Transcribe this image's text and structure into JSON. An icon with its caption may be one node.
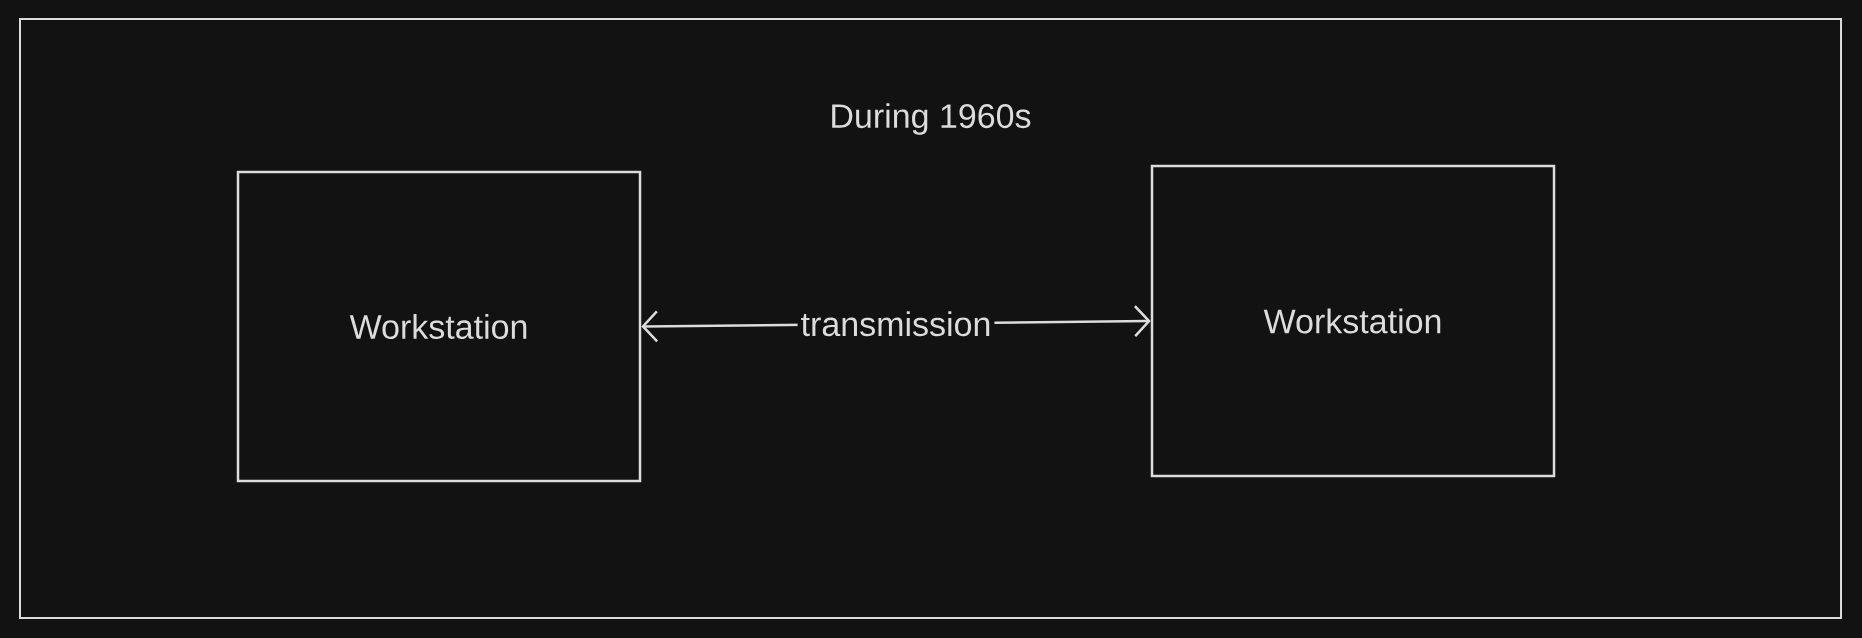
{
  "diagram": {
    "nodes": [
      {
        "text": [
          "During 1960s"
        ]
      },
      {
        "text": [
          "Workstation"
        ],
        "in": 0
      },
      {
        "text": [
          "Workstation"
        ],
        "in": 0
      }
    ],
    "edges": [
      {
        "from": 1,
        "to": 2,
        "arrow": "both",
        "label": "transmission"
      }
    ]
  }
}
